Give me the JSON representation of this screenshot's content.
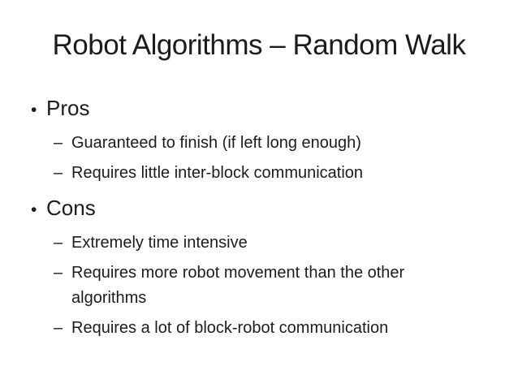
{
  "title": "Robot Algorithms – Random Walk",
  "markers": {
    "level1": "•",
    "level2": "–"
  },
  "sections": [
    {
      "label": "Pros",
      "items": [
        "Guaranteed to finish (if left long enough)",
        "Requires little inter-block communication"
      ]
    },
    {
      "label": "Cons",
      "items": [
        "Extremely time intensive",
        "Requires more robot movement than the other algorithms",
        "Requires a lot of block-robot communication"
      ]
    }
  ]
}
